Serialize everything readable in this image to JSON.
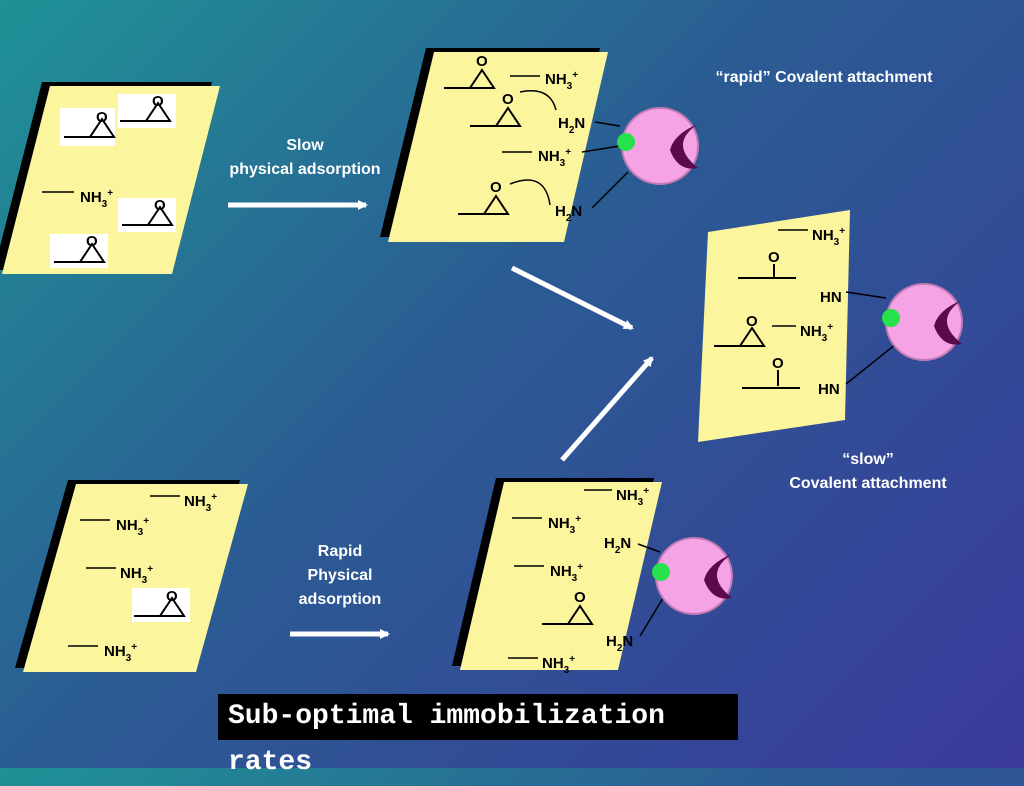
{
  "labels": {
    "rapid_covalent": "“rapid” Covalent attachment",
    "slow_physical": "Slow\nphysical adsorption",
    "rapid_physical": "Rapid\nPhysical\nadsorption",
    "slow_covalent": "“slow”\nCovalent attachment"
  },
  "banner": "Sub-optimal  immobilization rates",
  "chem": {
    "oxygen": "O",
    "nh3": "NH",
    "nh3_sub": "3",
    "plus": "+",
    "h2n_h": "H",
    "h2n_sub": "2",
    "h2n_n": "N",
    "hn": "HN"
  },
  "colors": {
    "panel": "#fbf59e",
    "enzyme": "#f6a3e6",
    "enzyme_dark": "#5a0a4a",
    "site": "#27e24a",
    "banner": "#000000"
  }
}
